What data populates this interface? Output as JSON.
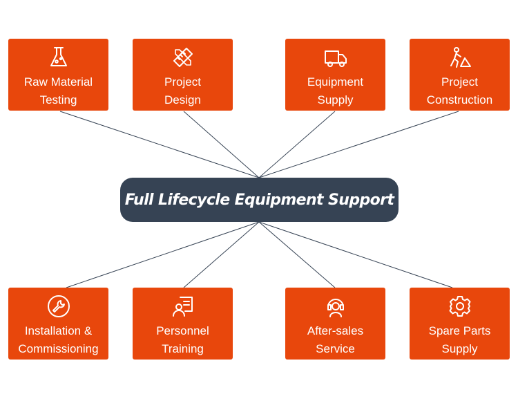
{
  "hub": {
    "title": "Full Lifecycle Equipment Support"
  },
  "colors": {
    "card": "#e8470c",
    "hub": "#364354",
    "connector": "#364354",
    "text": "#ffffff"
  },
  "cards": [
    {
      "line1": "Raw Material",
      "line2": "Testing",
      "icon": "flask-icon"
    },
    {
      "line1": "Project",
      "line2": "Design",
      "icon": "ruler-pencil-icon"
    },
    {
      "line1": "Equipment",
      "line2": "Supply",
      "icon": "truck-icon"
    },
    {
      "line1": "Project",
      "line2": "Construction",
      "icon": "construction-worker-icon"
    },
    {
      "line1": "Installation &",
      "line2": "Commissioning",
      "icon": "wrench-icon"
    },
    {
      "line1": "Personnel",
      "line2": "Training",
      "icon": "trainee-board-icon"
    },
    {
      "line1": "After-sales",
      "line2": "Service",
      "icon": "headset-support-icon"
    },
    {
      "line1": "Spare Parts",
      "line2": "Supply",
      "icon": "gear-icon"
    }
  ]
}
